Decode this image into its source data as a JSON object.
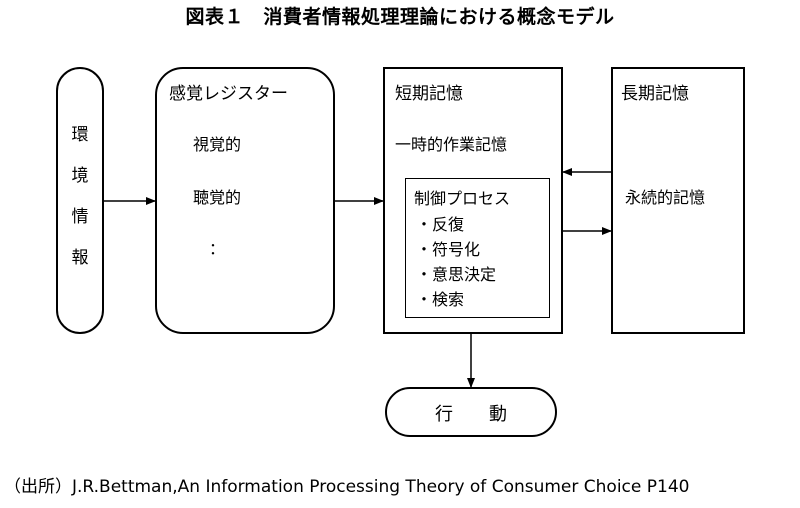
{
  "title": "図表１　消費者情報処理理論における概念モデル",
  "environment": {
    "chars": [
      "環",
      "境",
      "情",
      "報"
    ]
  },
  "sensory_register": {
    "title": "感覚レジスター",
    "items": [
      "視覚的",
      "聴覚的",
      "："
    ]
  },
  "short_term_memory": {
    "title": "短期記憶",
    "working_memory": "一時的作業記憶",
    "control_process": {
      "title": "制御プロセス",
      "items": [
        "・反復",
        "・符号化",
        "・意思決定",
        "・検索"
      ]
    }
  },
  "long_term_memory": {
    "title": "長期記憶",
    "item": "永続的記憶"
  },
  "action": {
    "label": "行　　動"
  },
  "citation": "（出所）J.R.Bettman,An Information Processing Theory of Consumer Choice P140"
}
